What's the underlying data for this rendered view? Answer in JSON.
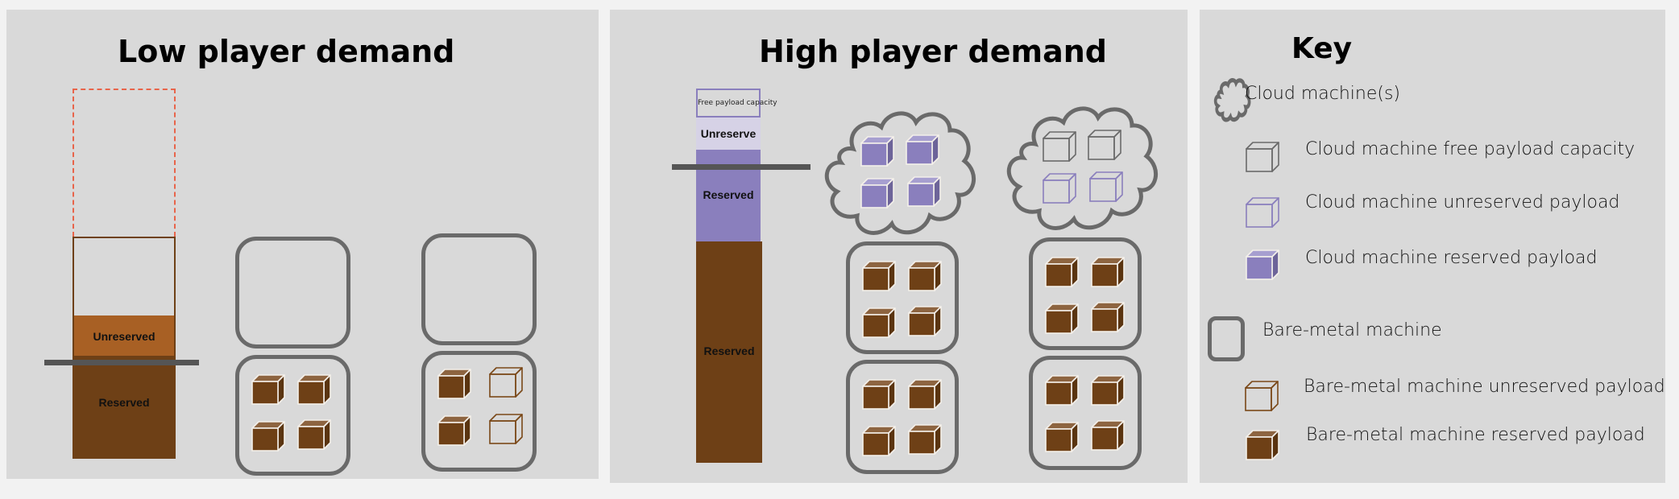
{
  "panels": {
    "low": {
      "title": "Low player demand",
      "bar": {
        "unreserved_label": "Unreserved",
        "reserved_label": "Reserved"
      },
      "machines": [
        {
          "type": "bare-metal",
          "payload": []
        },
        {
          "type": "bare-metal",
          "payload": [
            "reserved",
            "reserved",
            "reserved",
            "reserved"
          ]
        },
        {
          "type": "bare-metal",
          "payload": []
        },
        {
          "type": "bare-metal",
          "payload": [
            "reserved",
            "unreserved",
            "reserved",
            "unreserved"
          ]
        }
      ]
    },
    "high": {
      "title": "High player demand",
      "bar": {
        "free_label": "Free payload capacity",
        "unreserved_label": "Unreserve",
        "reserved_cloud_label": "Reserved",
        "reserved_bm_label": "Reserved"
      },
      "machines": [
        {
          "type": "cloud",
          "payload": [
            "reserved",
            "reserved",
            "reserved",
            "reserved"
          ]
        },
        {
          "type": "cloud",
          "payload": [
            "free",
            "free",
            "unreserved",
            "unreserved"
          ]
        },
        {
          "type": "bare-metal",
          "payload": [
            "reserved",
            "reserved",
            "reserved",
            "reserved"
          ]
        },
        {
          "type": "bare-metal",
          "payload": [
            "reserved",
            "reserved",
            "reserved",
            "reserved"
          ]
        },
        {
          "type": "bare-metal",
          "payload": [
            "reserved",
            "reserved",
            "reserved",
            "reserved"
          ]
        },
        {
          "type": "bare-metal",
          "payload": [
            "reserved",
            "reserved",
            "reserved",
            "reserved"
          ]
        }
      ]
    },
    "key": {
      "title": "Key",
      "items": [
        {
          "icon": "cloud-icon",
          "label": "Cloud machine(s)"
        },
        {
          "icon": "cube-outline-gray-icon",
          "label": "Cloud machine free payload capacity"
        },
        {
          "icon": "cube-outline-purple-icon",
          "label": "Cloud machine unreserved payload"
        },
        {
          "icon": "cube-filled-purple-icon",
          "label": "Cloud machine reserved payload"
        },
        {
          "icon": "rounded-square-icon",
          "label": "Bare-metal machine"
        },
        {
          "icon": "cube-outline-brown-icon",
          "label": "Bare-metal machine unreserved payload"
        },
        {
          "icon": "cube-filled-brown-icon",
          "label": "Bare-metal machine reserved payload"
        }
      ]
    }
  },
  "colors": {
    "brown_reserved": "#6e4016",
    "brown_unreserved": "#a86024",
    "purple_reserved": "#8a7fbd",
    "purple_unreserved": "#d6d2e6",
    "machine_border": "#6a6a6a",
    "threshold_line": "#555555",
    "dash_outline": "#e8644a"
  }
}
